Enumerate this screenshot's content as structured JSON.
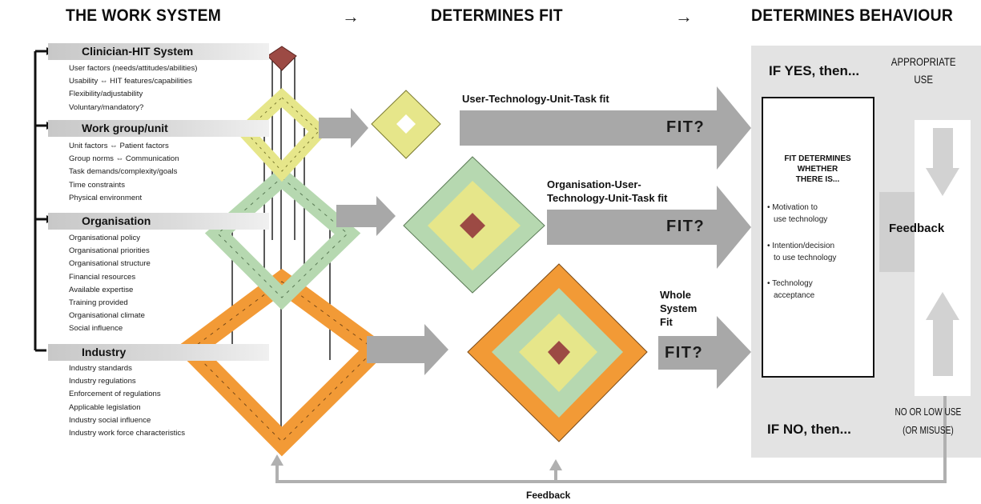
{
  "headers": {
    "work_system": "THE WORK SYSTEM",
    "determines_fit": "DETERMINES FIT",
    "determines_behaviour": "DETERMINES BEHAVIOUR",
    "arrow": "→"
  },
  "sections": [
    {
      "title": "Clinician-HIT System",
      "items": [
        "User factors (needs/attitudes/abilities)",
        "Usability ⇔ HIT features/capabilities",
        "Flexibility/adjustability",
        "Voluntary/mandatory?"
      ]
    },
    {
      "title": "Work group/unit",
      "items": [
        "Unit factors ⇔ Patient factors",
        "Group norms ⇔ Communication",
        "Task demands/complexity/goals",
        "Time constraints",
        "Physical environment"
      ]
    },
    {
      "title": "Organisation",
      "items": [
        "Organisational policy",
        "Organisational priorities",
        "Organisational structure",
        "Financial resources",
        "Available expertise",
        "Training provided",
        "Organisational climate",
        "Social influence"
      ]
    },
    {
      "title": "Industry",
      "items": [
        "Industry standards",
        "Industry regulations",
        "Enforcement of regulations",
        "Applicable legislation",
        "Industry social influence",
        "Industry work force characteristics"
      ]
    }
  ],
  "fits": [
    {
      "label_lines": [
        "User-Technology-Unit-Task fit"
      ],
      "question": "FIT?"
    },
    {
      "label_lines": [
        "Organisation-User-",
        "Technology-Unit-Task fit"
      ],
      "question": "FIT?"
    },
    {
      "label_lines": [
        "Whole",
        "System",
        "Fit"
      ],
      "question": "FIT?"
    }
  ],
  "box": {
    "title_lines": [
      "FIT DETERMINES",
      "WHETHER",
      "THERE IS..."
    ],
    "items": [
      [
        "• Motivation to",
        "  use technology"
      ],
      [
        "• Intention/decision",
        "  to use technology"
      ],
      [
        "• Technology",
        "  acceptance"
      ]
    ]
  },
  "behaviour": {
    "if_yes": "IF YES, then...",
    "appropriate_lines": [
      "APPROPRIATE",
      "USE"
    ],
    "if_no": "IF NO, then...",
    "nolow_lines": [
      "NO OR LOW USE",
      "(OR MISUSE)"
    ],
    "feedback_right": "Feedback"
  },
  "feedback_bottom": "Feedback",
  "colors": {
    "red_piece": "#9c4a44",
    "yellow_piece": "#e6e68a",
    "green_piece": "#b6d8b0",
    "orange_piece": "#f29a36",
    "grey_arrow": "#a8a8a8",
    "panel_grey": "#dcdcdc"
  }
}
